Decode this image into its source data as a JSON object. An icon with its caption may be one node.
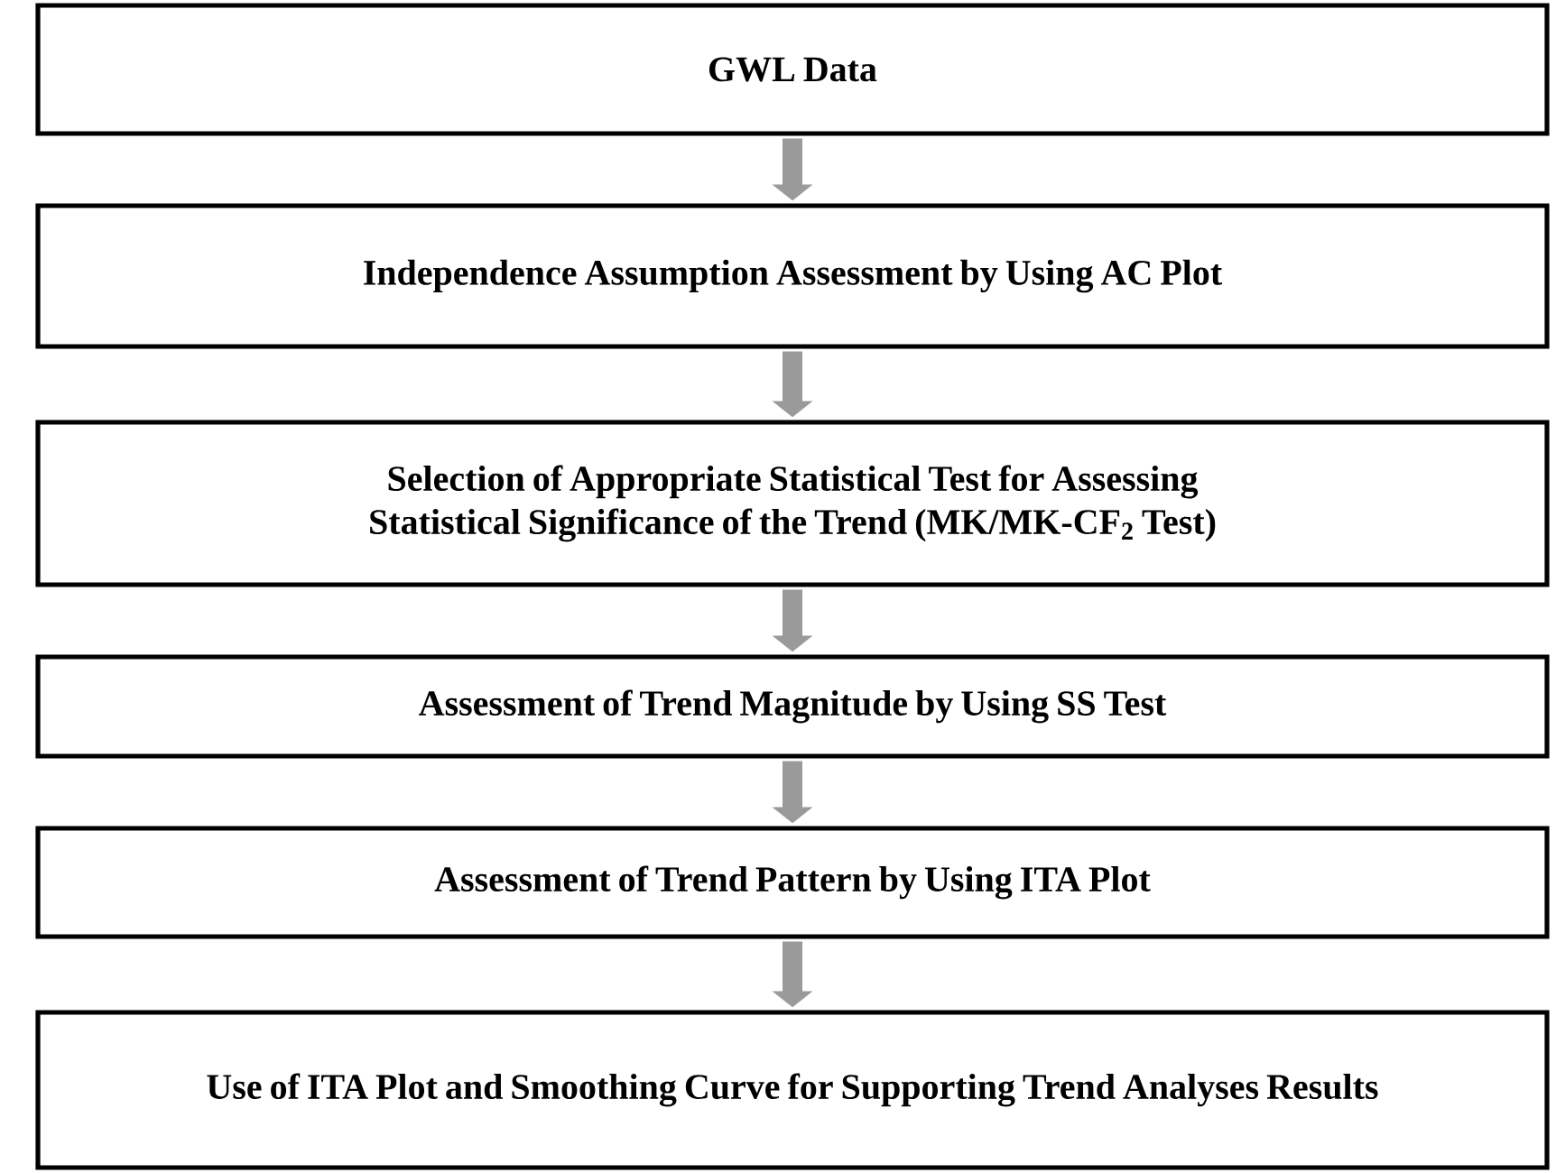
{
  "diagram": {
    "nodes": [
      {
        "text": [
          "GWL Data"
        ]
      },
      {
        "text": [
          "Independence Assumption Assessment by Using AC Plot"
        ]
      },
      {
        "text": [
          "Selection of Appropriate Statistical Test for Assessing Statistical Significance of the Trend (MK/MK-CF$_{2}$ Test)"
        ]
      },
      {
        "text": [
          "Assessment of Trend Magnitude by Using SS Test"
        ]
      },
      {
        "text": [
          "Assessment of Trend Pattern by Using ITA Plot"
        ]
      },
      {
        "text": [
          "Use of ITA Plot and Smoothing Curve for Supporting Trend Analyses Results"
        ]
      }
    ],
    "edges": [
      {
        "from": 0,
        "to": 1,
        "arrow": "to"
      },
      {
        "from": 1,
        "to": 2,
        "arrow": "to"
      },
      {
        "from": 2,
        "to": 3,
        "arrow": "to"
      },
      {
        "from": 3,
        "to": 4,
        "arrow": "to"
      },
      {
        "from": 4,
        "to": 5,
        "arrow": "to"
      }
    ]
  }
}
